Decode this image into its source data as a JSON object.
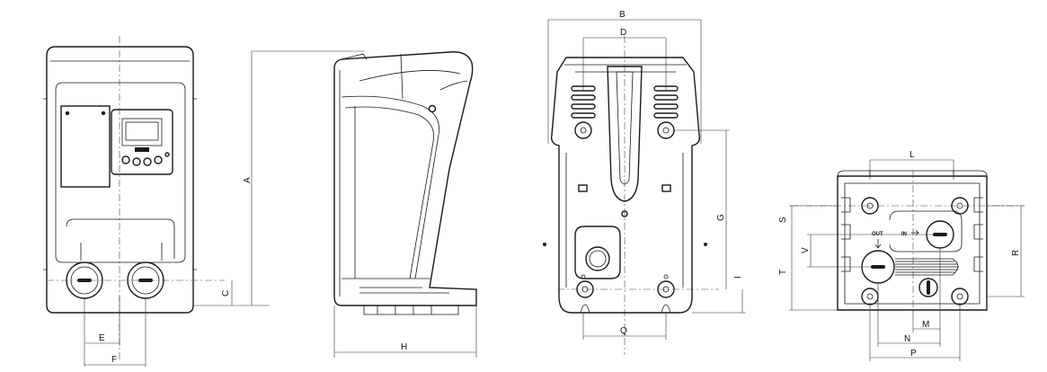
{
  "dimension_labels": {
    "A": "A",
    "B": "B",
    "C": "C",
    "D": "D",
    "E": "E",
    "F": "F",
    "G": "G",
    "H": "H",
    "I": "I",
    "L": "L",
    "M": "M",
    "N": "N",
    "P": "P",
    "Q": "Q",
    "R": "R",
    "S": "S",
    "T": "T",
    "V": "V"
  },
  "port_labels": {
    "out": "OUT",
    "in": "IN"
  },
  "views": [
    "front-view",
    "side-view",
    "rear-view",
    "bottom-view"
  ]
}
